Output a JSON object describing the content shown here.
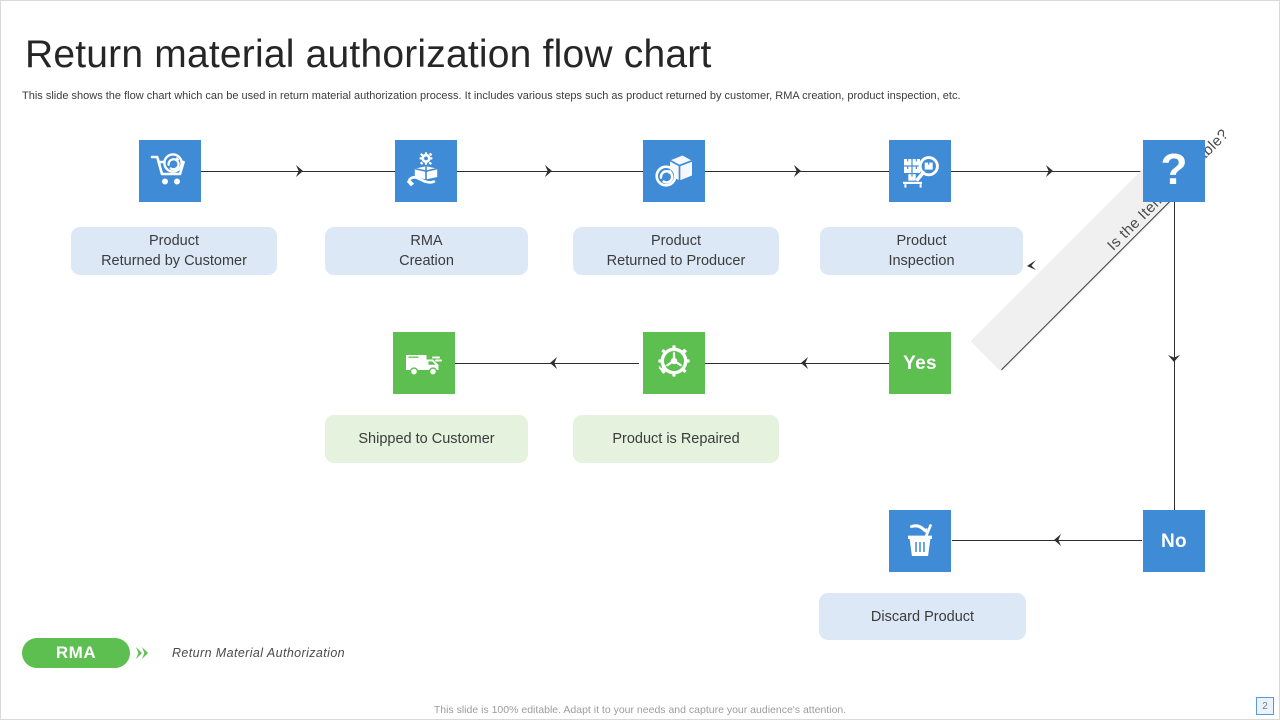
{
  "slide": {
    "title": "Return material authorization flow chart",
    "subtitle": "This slide shows the flow chart which can be used in return material authorization process. It includes various steps such as product returned by customer, RMA creation, product inspection, etc.",
    "footer": "This slide is 100% editable. Adapt it to your needs and capture your audience's attention.",
    "page_number": "2"
  },
  "colors": {
    "blue": "#3f8bd6",
    "green": "#5dbf50",
    "blue_tint": "#dde8f7",
    "green_tint": "#e4f2de",
    "band_gray": "#f0f0f0",
    "connector": "#2f2f2f"
  },
  "flow": {
    "steps": [
      {
        "id": "product-returned-by-customer",
        "icon": "shopping-cart-return-icon",
        "label": "Product\nReturned by Customer",
        "color": "blue"
      },
      {
        "id": "rma-creation",
        "icon": "hand-box-gear-icon",
        "label": "RMA\nCreation",
        "color": "blue"
      },
      {
        "id": "product-returned-to-producer",
        "icon": "box-return-arrow-icon",
        "label": "Product\nReturned to Producer",
        "color": "blue"
      },
      {
        "id": "product-inspection",
        "icon": "boxes-magnifier-icon",
        "label": "Product\nInspection",
        "color": "blue"
      },
      {
        "id": "decision",
        "icon": "question-mark-icon",
        "label": "",
        "color": "blue"
      },
      {
        "id": "yes-branch",
        "icon": "yes-text",
        "label": "",
        "color": "green",
        "text": "Yes"
      },
      {
        "id": "product-is-repaired",
        "icon": "gear-repair-icon",
        "label": "Product is Repaired",
        "color": "green"
      },
      {
        "id": "shipped-to-customer",
        "icon": "delivery-truck-icon",
        "label": "Shipped to Customer",
        "color": "green"
      },
      {
        "id": "no-branch",
        "icon": "no-text",
        "label": "",
        "color": "blue",
        "text": "No"
      },
      {
        "id": "discard-product",
        "icon": "trash-discard-icon",
        "label": "Discard Product",
        "color": "blue"
      }
    ],
    "labels": {
      "step1": "Product\nReturned by Customer",
      "step1_line1": "Product",
      "step1_line2": "Returned by Customer",
      "step2_line1": "RMA",
      "step2_line2": "Creation",
      "step3_line1": "Product",
      "step3_line2": "Returned to Producer",
      "step4_line1": "Product",
      "step4_line2": "Inspection",
      "repaired": "Product is Repaired",
      "shipped": "Shipped to Customer",
      "discard": "Discard Product"
    },
    "decision": {
      "question": "Is the Item Repairable?",
      "yes": "Yes",
      "no": "No"
    }
  },
  "legend": {
    "abbr": "RMA",
    "expansion": "Return Material Authorization"
  }
}
